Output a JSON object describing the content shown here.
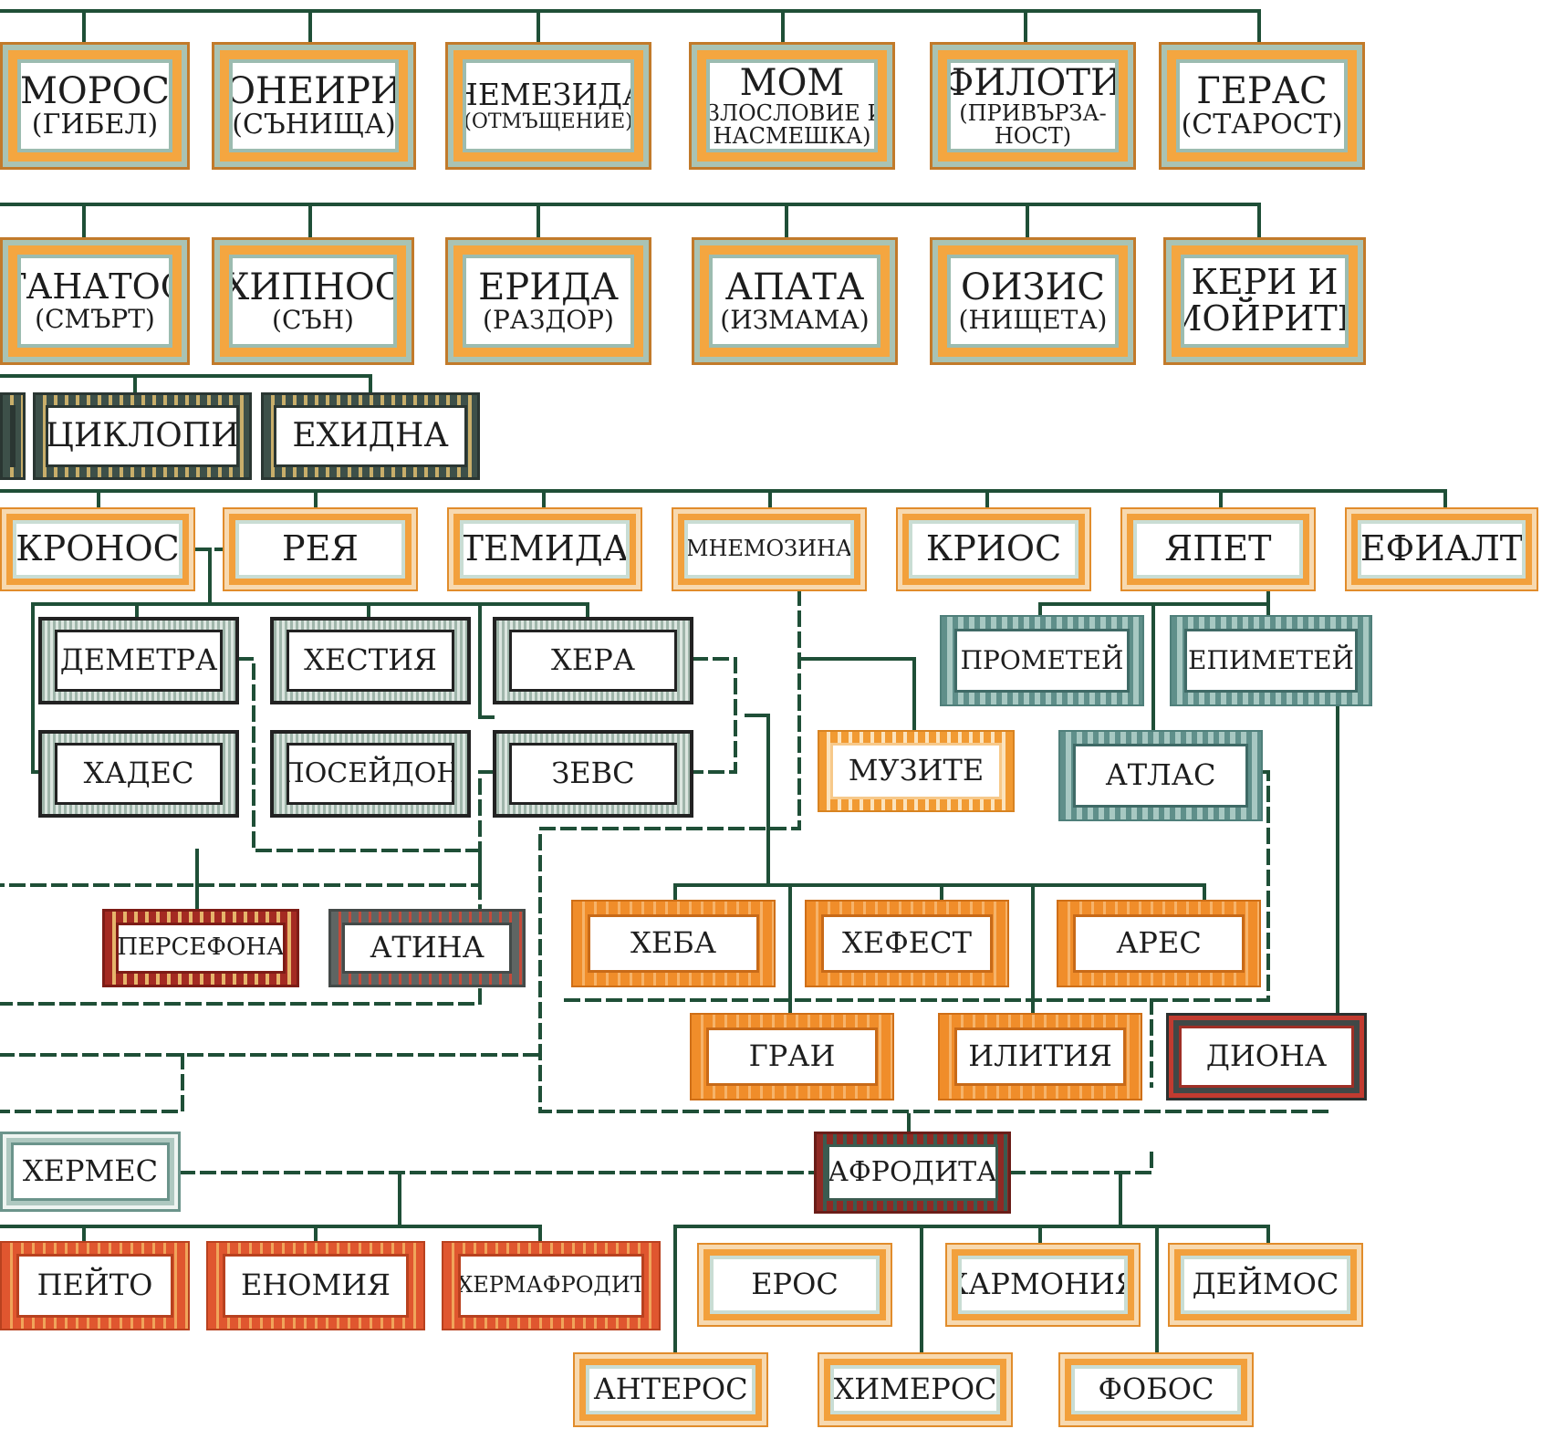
{
  "colors": {
    "line": "#1f4f37",
    "frame_orange": "#f4a640",
    "frame_teal": "#9cbcb0",
    "frame_dark": "#3d5049",
    "frame_red": "#a42a22"
  },
  "nodes": {
    "moros": {
      "name": "МОРОС",
      "sub": "(ГИБЕЛ)"
    },
    "oneiri": {
      "name": "ОНЕИРИ",
      "sub": "(СЪНИЩА)"
    },
    "nemesis": {
      "name": "НЕМЕЗИДА",
      "sub": "(ОТМЪЩЕНИЕ)"
    },
    "momus": {
      "name": "МОМ",
      "sub": "(ЗЛОСЛОВИЕ И",
      "sub2": "НАСМЕШКА)"
    },
    "philotes": {
      "name": "ФИЛОТИ",
      "sub": "(ПРИВЪРЗА-",
      "sub2": "НОСТ)"
    },
    "geras": {
      "name": "ГЕРАС",
      "sub": "(СТАРОСТ)"
    },
    "thanatos": {
      "name": "ТАНАТОС",
      "sub": "(СМЪРТ)"
    },
    "hypnos": {
      "name": "ХИПНОС",
      "sub": "(СЪН)"
    },
    "eris": {
      "name": "ЕРИДА",
      "sub": "(РАЗДОР)"
    },
    "apate": {
      "name": "АПАТА",
      "sub": "(ИЗМАМА)"
    },
    "oizys": {
      "name": "ОИЗИС",
      "sub": "(НИЩЕТА)"
    },
    "keres": {
      "name": "КЕРИ И",
      "sub": "МОЙРИТЕ"
    },
    "cyclopes": {
      "name": "ЦИКЛОПИ"
    },
    "echidna": {
      "name": "ЕХИДНА"
    },
    "cronus": {
      "name": "КРОНОС"
    },
    "rhea": {
      "name": "РЕЯ"
    },
    "themis": {
      "name": "ТЕМИДА"
    },
    "mnemosyne": {
      "name": "МНЕМОЗИНА"
    },
    "crius": {
      "name": "КРИОС"
    },
    "iapetus": {
      "name": "ЯПЕТ"
    },
    "ephialtes": {
      "name": "ЕФИАЛТ"
    },
    "demeter": {
      "name": "ДЕМЕТРА"
    },
    "hestia": {
      "name": "ХЕСТИЯ"
    },
    "hera": {
      "name": "ХЕРА"
    },
    "hades": {
      "name": "ХАДЕС"
    },
    "poseidon": {
      "name": "ПОСЕЙДОН"
    },
    "zeus": {
      "name": "ЗЕВС"
    },
    "prometheus": {
      "name": "ПРОМЕТЕЙ"
    },
    "epimetheus": {
      "name": "ЕПИМЕТЕЙ"
    },
    "muses": {
      "name": "МУЗИТЕ"
    },
    "atlas": {
      "name": "АТЛАС"
    },
    "persephone": {
      "name": "ПЕРСЕФОНА"
    },
    "athena": {
      "name": "АТИНА"
    },
    "hebe": {
      "name": "ХЕБА"
    },
    "hephaestus": {
      "name": "ХЕФЕСТ"
    },
    "ares": {
      "name": "АРЕС"
    },
    "graeae": {
      "name": "ГРАИ"
    },
    "ilithyia": {
      "name": "ИЛИТИЯ"
    },
    "dione": {
      "name": "ДИОНА"
    },
    "hermes": {
      "name": "ХЕРМЕС"
    },
    "aphrodite": {
      "name": "АФРОДИТА"
    },
    "peitho": {
      "name": "ПЕЙТО"
    },
    "eunomia": {
      "name": "ЕНОМИЯ"
    },
    "hermaphroditus": {
      "name": "ХЕРМАФРОДИТ"
    },
    "eros": {
      "name": "ЕРОС"
    },
    "harmonia": {
      "name": "ХАРМОНИЯ"
    },
    "deimos": {
      "name": "ДЕЙМОС"
    },
    "anteros": {
      "name": "АНТЕРОС"
    },
    "himeros": {
      "name": "ХИМЕРОС"
    },
    "phobos": {
      "name": "ФОБОС"
    }
  }
}
